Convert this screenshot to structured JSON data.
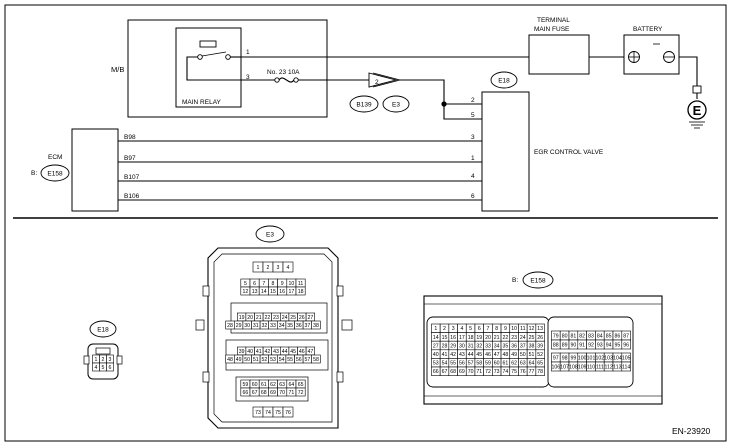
{
  "figure_id": "EN-23920",
  "components": {
    "mb": "M/B",
    "main_relay": "MAIN RELAY",
    "fuse": "No. 23   10A",
    "terminal_main_fuse": [
      "TERMINAL",
      "MAIN FUSE"
    ],
    "battery": "BATTERY",
    "ground": "E",
    "ecm": "ECM",
    "ecm_conn_prefix": "B:",
    "egr_valve": "EGR CONTROL VALVE"
  },
  "connectors": {
    "e18": "E18",
    "b139": "B139",
    "e3": "E3",
    "e158": "E158",
    "b_e158_prefix": "B:",
    "junction_pin": "2"
  },
  "relay_pins": [
    "1",
    "3"
  ],
  "egr_pins": [
    "2",
    "5",
    "3",
    "1",
    "4",
    "6"
  ],
  "wires": [
    "B98",
    "B97",
    "B107",
    "B106"
  ],
  "e3_pins": {
    "row1": [
      "1",
      "2",
      "3",
      "4"
    ],
    "row2": [
      "5",
      "6",
      "7",
      "8",
      "9",
      "10",
      "11"
    ],
    "row3": [
      "12",
      "13",
      "14",
      "15",
      "16",
      "17",
      "18"
    ],
    "row4": [
      "19",
      "20",
      "21",
      "22",
      "23",
      "24",
      "25",
      "26",
      "27"
    ],
    "row5": [
      "28",
      "29",
      "30",
      "31",
      "32",
      "33",
      "34",
      "35",
      "36",
      "37",
      "38"
    ],
    "row6": [
      "39",
      "40",
      "41",
      "42",
      "43",
      "44",
      "45",
      "46",
      "47"
    ],
    "row7": [
      "48",
      "49",
      "50",
      "51",
      "52",
      "53",
      "54",
      "55",
      "56",
      "57",
      "58"
    ],
    "row8": [
      "59",
      "60",
      "61",
      "62",
      "63",
      "64",
      "65"
    ],
    "row9": [
      "66",
      "67",
      "68",
      "69",
      "70",
      "71",
      "72"
    ],
    "row10": [
      "73",
      "74",
      "75",
      "76"
    ]
  },
  "e18_pins": {
    "row1": [
      "1",
      "2",
      "3"
    ],
    "row2": [
      "4",
      "5",
      "6"
    ]
  },
  "e158_pins": {
    "left": [
      [
        "1",
        "2",
        "3",
        "4",
        "5",
        "6",
        "7",
        "8",
        "9",
        "10",
        "11",
        "12",
        "13"
      ],
      [
        "14",
        "15",
        "16",
        "17",
        "18",
        "19",
        "20",
        "21",
        "22",
        "23",
        "24",
        "25",
        "26"
      ],
      [
        "27",
        "28",
        "29",
        "30",
        "31",
        "32",
        "33",
        "34",
        "35",
        "36",
        "37",
        "38",
        "39"
      ],
      [
        "40",
        "41",
        "42",
        "43",
        "44",
        "45",
        "46",
        "47",
        "48",
        "49",
        "50",
        "51",
        "52"
      ],
      [
        "53",
        "54",
        "55",
        "56",
        "57",
        "58",
        "59",
        "60",
        "61",
        "62",
        "63",
        "64",
        "65"
      ],
      [
        "66",
        "67",
        "68",
        "69",
        "70",
        "71",
        "72",
        "73",
        "74",
        "75",
        "76",
        "77",
        "78"
      ]
    ],
    "right_top": [
      [
        "79",
        "80",
        "81",
        "82",
        "83",
        "84",
        "85",
        "86",
        "87"
      ],
      [
        "88",
        "89",
        "90",
        "91",
        "92",
        "93",
        "94",
        "95",
        "96"
      ]
    ],
    "right_bottom": [
      [
        "97",
        "98",
        "99",
        "100",
        "101",
        "102",
        "103",
        "104",
        "105"
      ],
      [
        "106",
        "107",
        "108",
        "109",
        "110",
        "111",
        "112",
        "113",
        "114"
      ]
    ]
  }
}
